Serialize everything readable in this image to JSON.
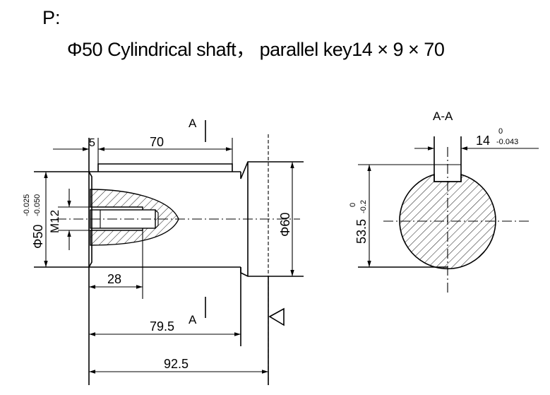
{
  "header": {
    "prefix": "P:",
    "description": "Φ50 Cylindrical shaft，  parallel key14 × 9 × 70"
  },
  "side_view": {
    "dim_chamfer": "5",
    "dim_key_length": "70",
    "dim_shaft_diameter": "Φ50",
    "dim_shaft_tol_upper": "-0.025",
    "dim_shaft_tol_lower": "-0.050",
    "dim_thread": "M12",
    "dim_thread_depth": "28",
    "dim_flange_diameter": "Φ60",
    "dim_shoulder": "79.5",
    "dim_total": "92.5",
    "section_label_top": "A",
    "section_label_bottom": "A"
  },
  "section_view": {
    "title": "A-A",
    "dim_key_width": "14",
    "key_tol_upper": "0",
    "key_tol_lower": "-0.043",
    "dim_height": "53.5",
    "height_tol_upper": "0",
    "height_tol_lower": "-0.2"
  }
}
